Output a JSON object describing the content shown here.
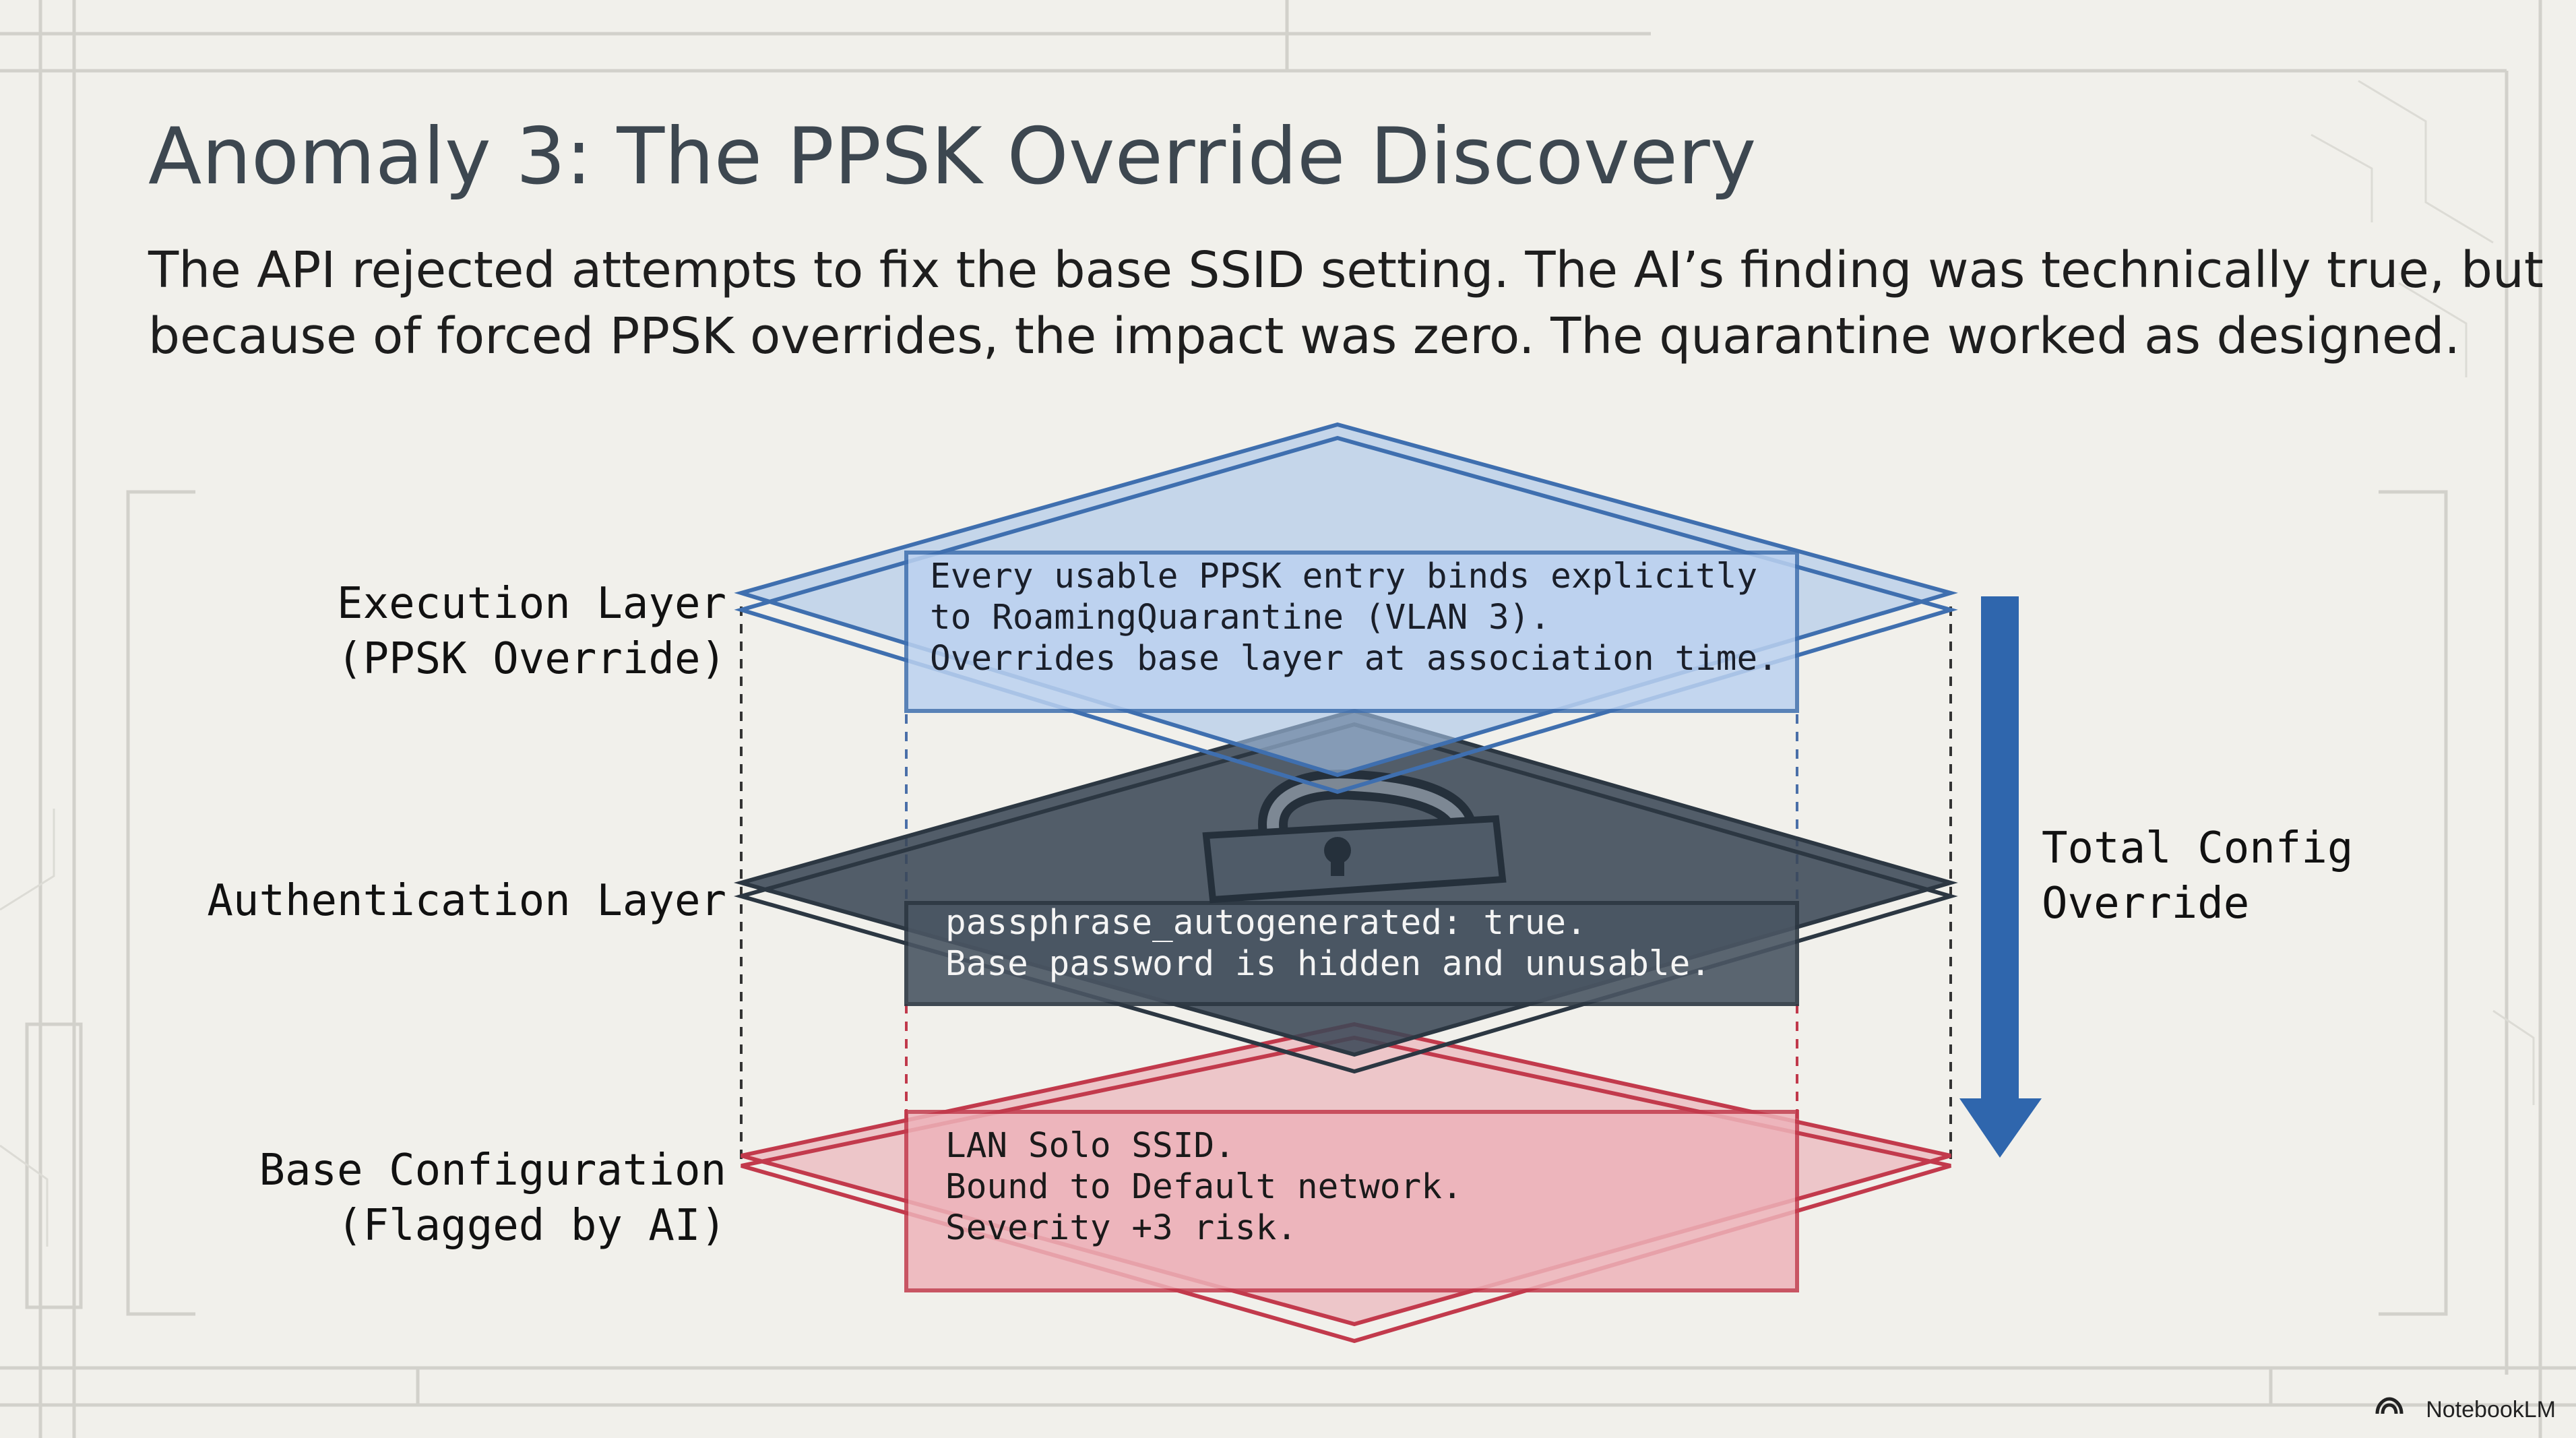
{
  "title": "Anomaly 3: The PPSK Override Discovery",
  "subtitle": {
    "line1": "The API rejected attempts to fix the base SSID setting. The AI’s finding was technically true, but",
    "line2": "because of forced PPSK overrides, the impact was zero. The quarantine worked as designed."
  },
  "layers": {
    "execution": {
      "label_line1": "Execution Layer",
      "label_line2": "(PPSK Override)",
      "text_line1": "Every usable PPSK entry binds explicitly",
      "text_line2": "to RoamingQuarantine (VLAN 3).",
      "text_line3": "Overrides base layer at association time.",
      "color": "#3f6faf"
    },
    "authentication": {
      "label_line1": "Authentication Layer",
      "text_line1": "passphrase_autogenerated: true.",
      "text_line2": "Base password is hidden and unusable.",
      "color": "#3b4856"
    },
    "base": {
      "label_line1": "Base Configuration",
      "label_line2": "(Flagged by AI)",
      "text_line1": "LAN Solo SSID.",
      "text_line2": "Bound to Default network.",
      "text_line3": "Severity +3 risk.",
      "color": "#c23a4c"
    }
  },
  "arrow": {
    "label_line1": "Total Config",
    "label_line2": "Override",
    "color": "#2f66ad"
  },
  "icons": {
    "lock": "lock-icon",
    "brand": "notebooklm-logo-icon"
  },
  "brand": "NotebookLM"
}
